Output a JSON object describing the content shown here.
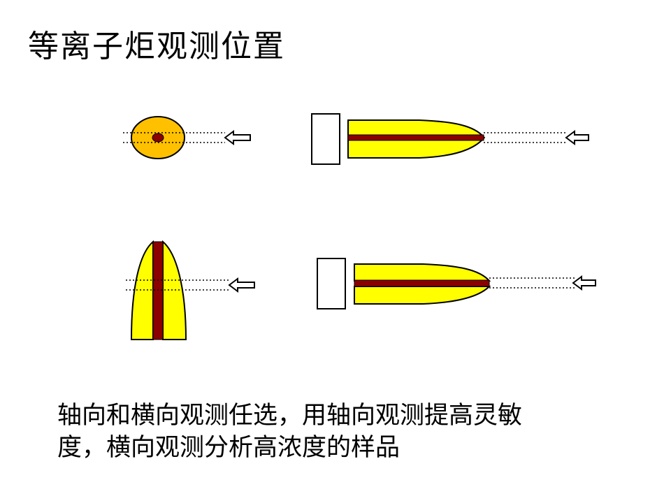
{
  "title": "等离子炬观测位置",
  "caption": {
    "line1": "轴向和横向观测任选，用轴向观测提高灵敏",
    "line2": "度，横向观测分析高浓度的样品"
  },
  "colors": {
    "plasma_outer": "#FFFF00",
    "plasma_end_on": "#FFC000",
    "central_channel": "#8B0000",
    "outline": "#000000",
    "light_path": "#000000"
  },
  "icons": [
    "hollow-left-arrow-icon"
  ]
}
